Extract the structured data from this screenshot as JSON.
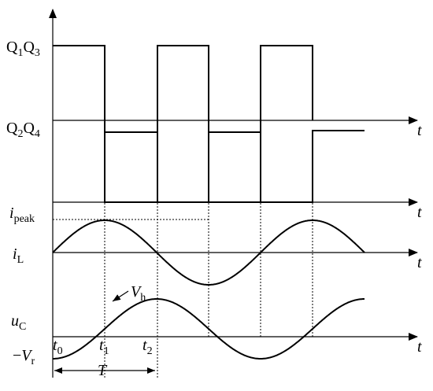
{
  "signals": {
    "q13": {
      "main": "Q",
      "sub1": "1",
      "mid": "Q",
      "sub2": "3"
    },
    "q24": {
      "main": "Q",
      "sub1": "2",
      "mid": "Q",
      "sub2": "4"
    },
    "ipeak": {
      "main": "i",
      "sub": "peak"
    },
    "il": {
      "main": "i",
      "sub": "L"
    },
    "uc": {
      "main": "u",
      "sub": "C"
    },
    "vr": {
      "minus": "−",
      "main": "V",
      "sub": "r"
    }
  },
  "axes": {
    "t_label": "t"
  },
  "times": {
    "t0": {
      "main": "t",
      "sub": "0"
    },
    "t1": {
      "main": "t",
      "sub": "1"
    },
    "t2": {
      "main": "t",
      "sub": "2"
    }
  },
  "annotations": {
    "vh": {
      "main": "V",
      "sub": "h"
    },
    "period": "T"
  }
}
